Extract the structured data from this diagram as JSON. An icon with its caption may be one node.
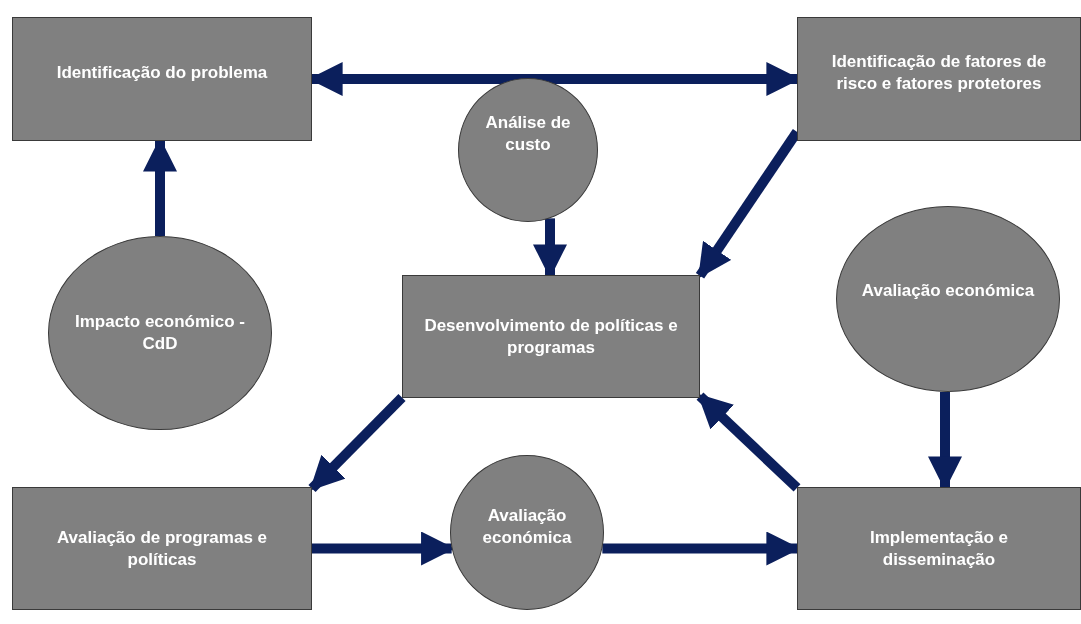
{
  "diagram": {
    "nodes": [
      {
        "text": [
          "Identificação do problema"
        ]
      },
      {
        "text": [
          "Identificação de fatores de risco e fatores protetores"
        ]
      },
      {
        "text": [
          "Análise de custo"
        ]
      },
      {
        "text": [
          "Impacto económico - CdD"
        ]
      },
      {
        "text": [
          "Desenvolvimento de políticas e programas"
        ]
      },
      {
        "text": [
          "Avaliação económica"
        ]
      },
      {
        "text": [
          "Avaliação de programas e políticas"
        ]
      },
      {
        "text": [
          "Avaliação económica"
        ]
      },
      {
        "text": [
          "Implementação e disseminação"
        ]
      }
    ],
    "edges": [
      {
        "from": 0,
        "to": 1,
        "arrow": "both"
      },
      {
        "from": 3,
        "to": 0,
        "arrow": "to"
      },
      {
        "from": 2,
        "to": 4,
        "arrow": "to"
      },
      {
        "from": 1,
        "to": 4,
        "arrow": "to"
      },
      {
        "from": 4,
        "to": 6,
        "arrow": "to"
      },
      {
        "from": 6,
        "to": 7,
        "arrow": "to"
      },
      {
        "from": 7,
        "to": 8,
        "arrow": "to"
      },
      {
        "from": 8,
        "to": 4,
        "arrow": "to"
      },
      {
        "from": 5,
        "to": 8,
        "arrow": "to"
      }
    ]
  }
}
